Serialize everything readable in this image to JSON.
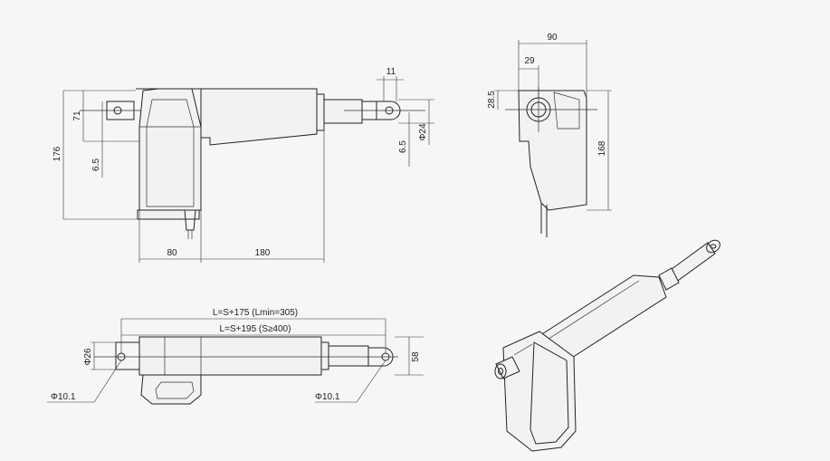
{
  "dimensions": {
    "side_view": {
      "overall_height": "176",
      "upper_height": "71",
      "offset_left": "6.5",
      "clevis_width": "11",
      "clevis_offset_right": "6.5",
      "rod_diameter": "Φ24",
      "housing_width": "80",
      "body_length": "180"
    },
    "end_view": {
      "overall_width": "90",
      "center_offset": "29",
      "center_height": "28.5",
      "overall_height": "168"
    },
    "top_view": {
      "length_formula_min": "L=S+175 (Lmin=305)",
      "length_formula_stroke": "L=S+195 (S≥400)",
      "end_diameter": "Φ26",
      "width": "58",
      "hole_left": "Φ10.1",
      "hole_right": "Φ10.1"
    }
  },
  "colors": {
    "line": "#222222",
    "background": "#f6f6f6",
    "body_fill": "#f2f2f2"
  }
}
